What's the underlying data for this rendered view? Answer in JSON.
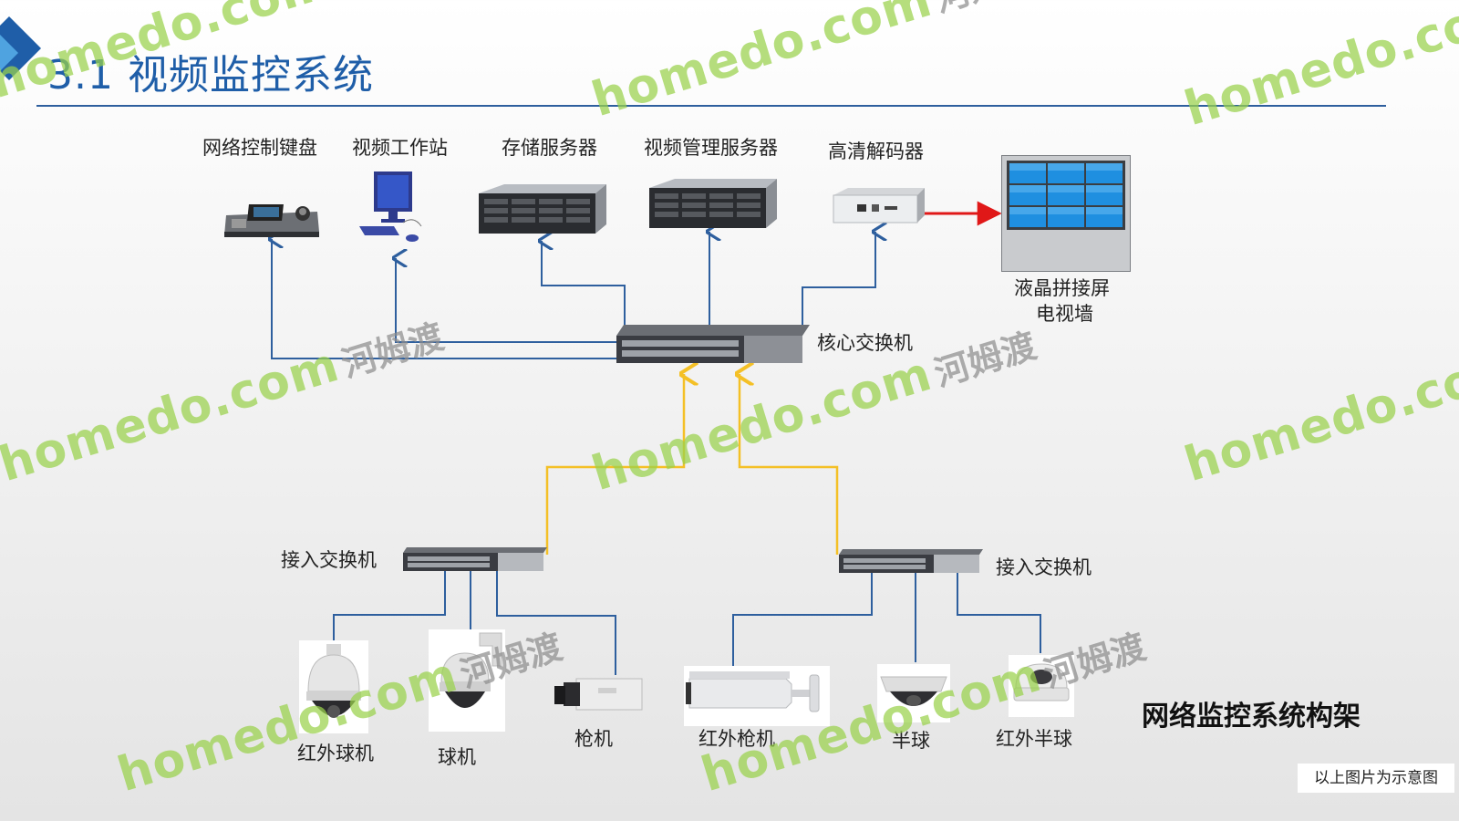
{
  "slide": {
    "title": "3.1 视频监控系统",
    "caption": "网络监控系统构架",
    "note": "以上图片为示意图"
  },
  "devices": {
    "keyboard": "网络控制键盘",
    "workstation": "视频工作站",
    "storage": "存储服务器",
    "mgmt": "视频管理服务器",
    "decoder": "高清解码器",
    "tvwall_line1": "液晶拼接屏",
    "tvwall_line2": "电视墙",
    "core_switch": "核心交换机",
    "access_left": "接入交换机",
    "access_right": "接入交换机",
    "ir_dome": "红外球机",
    "dome": "球机",
    "box_cam": "枪机",
    "ir_bullet": "红外枪机",
    "half_dome": "半球",
    "ir_half_dome": "红外半球"
  },
  "watermark": {
    "domain": "homedo.com",
    "brand": "河姆渡"
  },
  "colors": {
    "title": "#1f5ea8",
    "link": "#2e5f9e",
    "uplink": "#f4c026",
    "output": "#e01818",
    "watermark_green": "#9ad24c",
    "screen_blue": "#1f8fe0"
  }
}
